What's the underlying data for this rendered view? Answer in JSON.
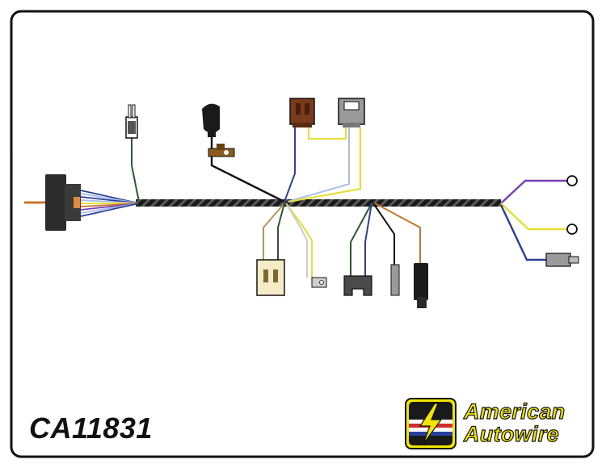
{
  "diagram": {
    "part_number": "CA11831",
    "brand": {
      "line1": "American",
      "line2": "Autowire",
      "logo_icon": "lightning-bolt-badge-icon"
    },
    "colors": {
      "frame": "#111111",
      "harness": "#1a1a1a",
      "wire_blue": "#2e3f9a",
      "wire_light_blue": "#a9bfe6",
      "wire_yellow": "#e6df2e",
      "wire_green": "#2a5a2a",
      "wire_orange": "#c8772a",
      "wire_purple": "#7a3fb5",
      "wire_tan": "#b8955a",
      "wire_black": "#111111",
      "connector_brown": "#7a3a1c",
      "connector_gray": "#9a9a9a",
      "connector_cream": "#f3ecc6",
      "connector_dark": "#2c2c2c",
      "brand_yellow": "#f2e600",
      "brand_red": "#d0302a",
      "brand_blue": "#2b3f9e"
    }
  }
}
